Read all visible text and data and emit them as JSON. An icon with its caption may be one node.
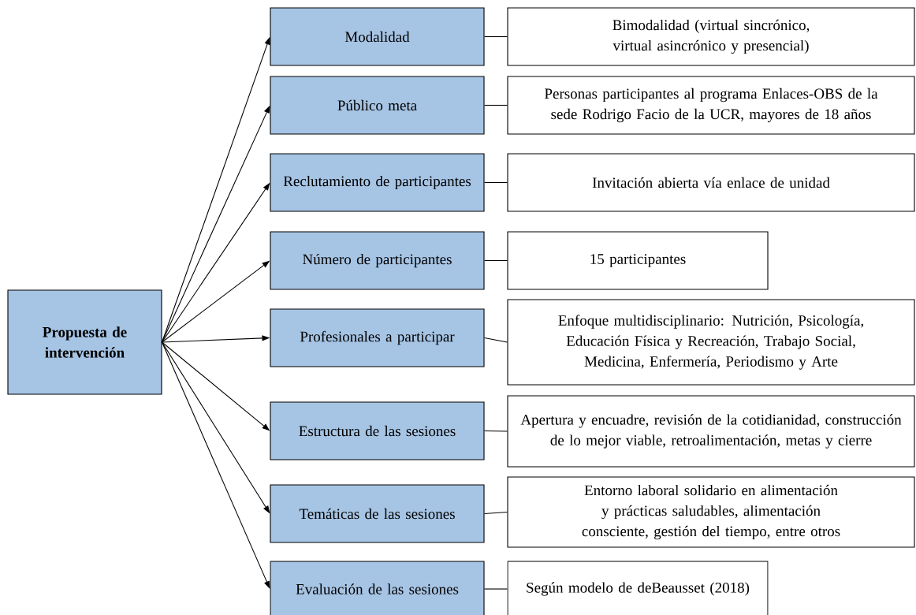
{
  "diagram": {
    "nodes": [
      {
        "text": [
          "Propuesta de intervención"
        ]
      },
      {
        "text": [
          "Modalidad"
        ]
      },
      {
        "text": [
          "Público meta"
        ]
      },
      {
        "text": [
          "Reclutamiento de participantes"
        ]
      },
      {
        "text": [
          "Número de participantes"
        ]
      },
      {
        "text": [
          "Profesionales a participar"
        ]
      },
      {
        "text": [
          "Estructura de las sesiones"
        ]
      },
      {
        "text": [
          "Temáticas de las sesiones"
        ]
      },
      {
        "text": [
          "Evaluación de las sesiones"
        ]
      },
      {
        "text": [
          "Bimodalidad (virtual sincrónico, virtual asincrónico y presencial)"
        ]
      },
      {
        "text": [
          "Personas participantes al programa Enlaces-OBS de la sede Rodrigo Facio de la UCR, mayores de 18 años"
        ]
      },
      {
        "text": [
          "Invitación abierta vía enlace de unidad"
        ]
      },
      {
        "text": [
          "15 participantes"
        ]
      },
      {
        "text": [
          "Enfoque multidisciplinario: Nutrición, Psicología, Educación Física y Recreación, Trabajo Social, Medicina, Enfermería, Periodismo y Arte"
        ]
      },
      {
        "text": [
          "Apertura y encuadre, revisión de la cotidianidad, construcción de lo mejor viable, retroalimentación, metas y cierre"
        ]
      },
      {
        "text": [
          "Entorno laboral solidario en alimentación y prácticas saludables, alimentación consciente, gestión del tiempo, entre otros"
        ]
      },
      {
        "text": [
          "Según modelo de deBeausset (2018)"
        ]
      }
    ],
    "edges": [
      {
        "from": 0,
        "to": 1,
        "arrow": "to"
      },
      {
        "from": 0,
        "to": 2,
        "arrow": "to"
      },
      {
        "from": 0,
        "to": 3,
        "arrow": "to"
      },
      {
        "from": 0,
        "to": 4,
        "arrow": "to"
      },
      {
        "from": 0,
        "to": 5,
        "arrow": "to"
      },
      {
        "from": 0,
        "to": 6,
        "arrow": "to"
      },
      {
        "from": 0,
        "to": 7,
        "arrow": "to"
      },
      {
        "from": 0,
        "to": 8,
        "arrow": "to"
      },
      {
        "from": 1,
        "to": 9,
        "arrow": "none"
      },
      {
        "from": 2,
        "to": 10,
        "arrow": "none"
      },
      {
        "from": 3,
        "to": 11,
        "arrow": "none"
      },
      {
        "from": 4,
        "to": 12,
        "arrow": "none"
      },
      {
        "from": 5,
        "to": 13,
        "arrow": "none"
      },
      {
        "from": 6,
        "to": 14,
        "arrow": "none"
      },
      {
        "from": 7,
        "to": 15,
        "arrow": "none"
      },
      {
        "from": 8,
        "to": 16,
        "arrow": "none"
      }
    ]
  }
}
